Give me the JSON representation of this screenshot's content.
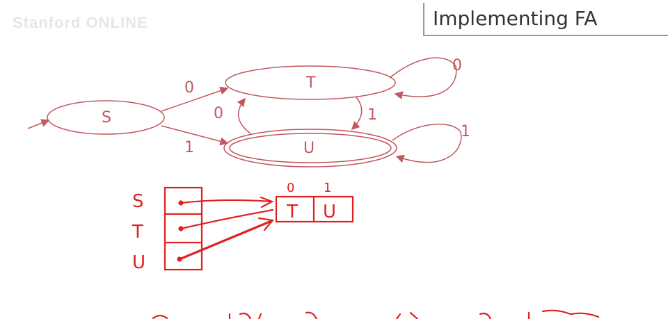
{
  "header": {
    "logo_text": "Stanford ONLINE",
    "title": "Implementing FA"
  },
  "automaton": {
    "states": [
      {
        "id": "S",
        "label": "S",
        "accepting": false
      },
      {
        "id": "T",
        "label": "T",
        "accepting": false
      },
      {
        "id": "U",
        "label": "U",
        "accepting": true
      }
    ],
    "start_state": "S",
    "transitions": [
      {
        "from": "S",
        "to": "T",
        "label": "0"
      },
      {
        "from": "S",
        "to": "U",
        "label": "1"
      },
      {
        "from": "U",
        "to": "T",
        "label": "0"
      },
      {
        "from": "T",
        "to": "U",
        "label": "1"
      },
      {
        "from": "T",
        "to": "T",
        "label": "0"
      },
      {
        "from": "U",
        "to": "U",
        "label": "1"
      }
    ]
  },
  "table": {
    "row_labels": [
      "S",
      "T",
      "U"
    ],
    "column_headers": [
      "0",
      "1"
    ],
    "shared_row": [
      "T",
      "U"
    ]
  },
  "colors": {
    "diagram_stroke": "#c2575f",
    "handwriting": "#e02020"
  }
}
